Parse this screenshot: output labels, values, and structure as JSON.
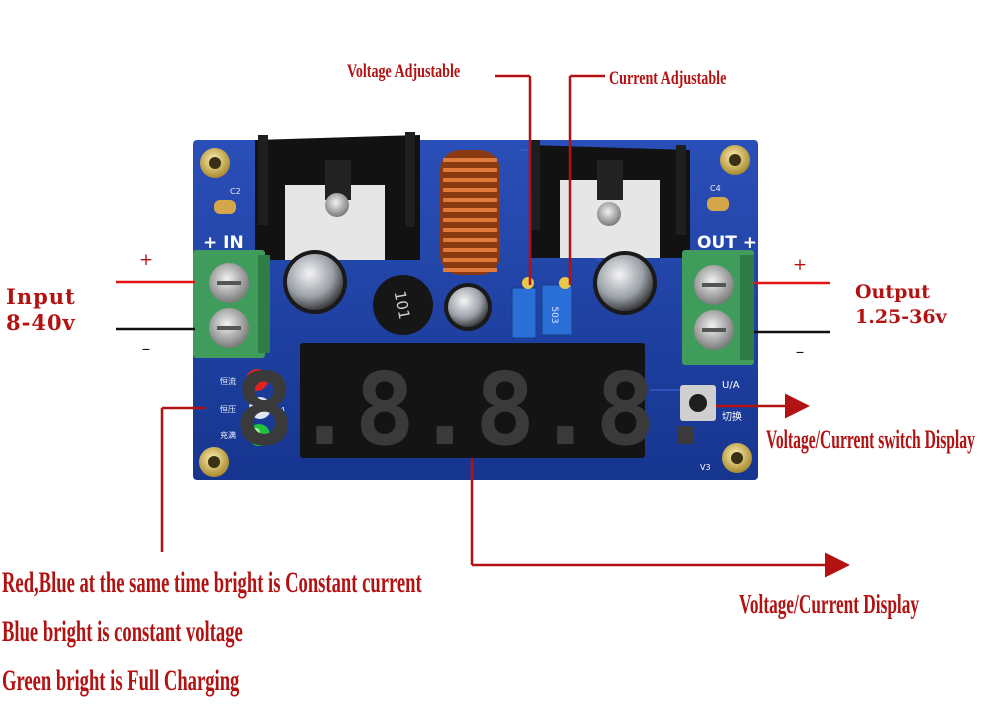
{
  "annotations": {
    "voltage_adjustable": "Voltage Adjustable",
    "current_adjustable": "Current Adjustable",
    "input_line1": "Input",
    "input_line2": "8-40v",
    "output_line1": "Output",
    "output_line2": "1.25-36v",
    "switch_display": "Voltage/Current switch Display",
    "display": "Voltage/Current Display",
    "legend_line1": "Red,Blue at the same time bright is Constant current",
    "legend_line2": "Blue bright  is  constant voltage",
    "legend_line3": "Green bright is Full Charging"
  },
  "board": {
    "in_label": "+ IN",
    "out_label": "OUT +",
    "plus_sign": "+",
    "minus_sign": "–",
    "display_digits": "8.8.8.8.",
    "ua_label": "U/A",
    "switch_cn": "切换",
    "led_labels": [
      "恒流",
      "恒压",
      "充满"
    ],
    "led_codes": [
      "D3",
      "D4",
      "D5"
    ],
    "inductor_code": "101",
    "pot_code": "503",
    "version": "V3",
    "cap_left": "C2",
    "cap_right": "C4"
  },
  "colors": {
    "annotation": "#b31212",
    "pcb": "#1d3fa6",
    "led_red": "#e0231e",
    "led_blue": "#dfe6f2",
    "led_green": "#23c23c",
    "terminal": "#3f9c5a",
    "inductor_copper": "#b8541e"
  }
}
